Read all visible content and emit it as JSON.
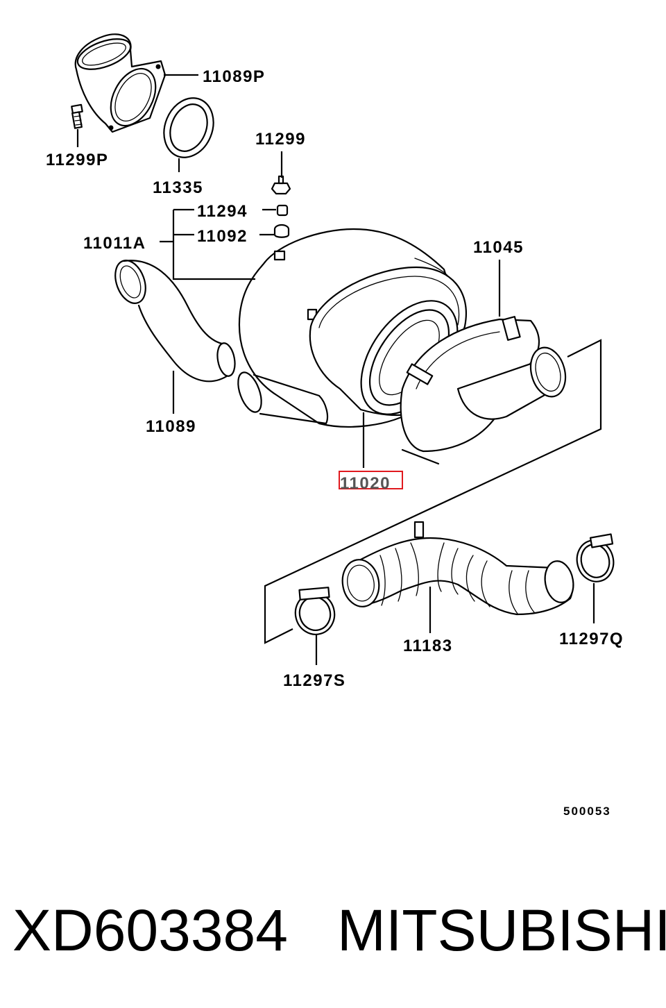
{
  "diagram": {
    "callouts": {
      "c11089P": "11089P",
      "c11299P": "11299P",
      "c11335": "11335",
      "c11299": "11299",
      "c11294": "11294",
      "c11092": "11092",
      "c11011A": "11011A",
      "c11045": "11045",
      "c11089": "11089",
      "c11020": "11020",
      "c11183": "11183",
      "c11297Q": "11297Q",
      "c11297S": "11297S"
    },
    "highlighted_callout": "11020",
    "highlight_color": "#e0191e",
    "figure_code": "500053"
  },
  "footer": {
    "part_number": "XD603384",
    "brand": "MITSUBISHI"
  }
}
